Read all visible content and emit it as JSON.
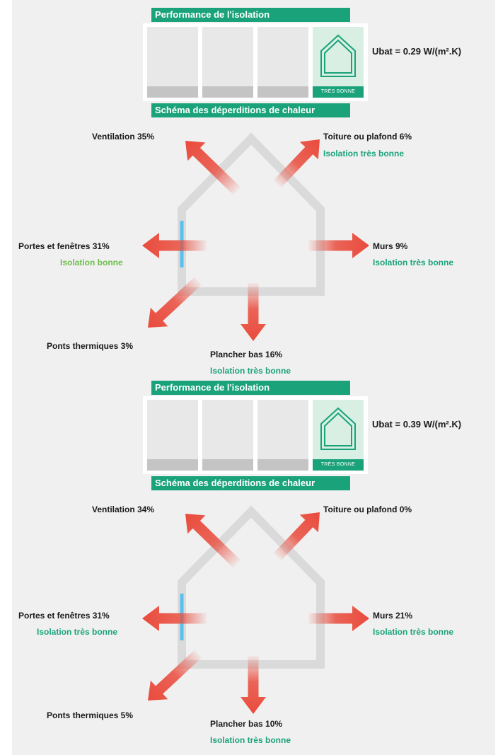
{
  "sections": [
    {
      "performance_title": "Performance de l'isolation",
      "rating_label": "TRÈS BONNE",
      "ubat": "Ubat = 0.29 W/(m².K)",
      "schema_title": "Schéma des déperditions de chaleur",
      "ventilation": "Ventilation 35%",
      "toiture": "Toiture ou  plafond 6%",
      "toiture_isolation": "Isolation très bonne",
      "portes": "Portes et fenêtres 31%",
      "portes_isolation": "Isolation bonne",
      "murs": "Murs 9%",
      "murs_isolation": "Isolation très bonne",
      "ponts": "Ponts thermiques 3%",
      "plancher": "Plancher bas 16%",
      "plancher_isolation": "Isolation très bonne"
    },
    {
      "performance_title": "Performance de l'isolation",
      "rating_label": "TRÈS BONNE",
      "ubat": "Ubat = 0.39 W/(m².K)",
      "schema_title": "Schéma des déperditions de chaleur",
      "ventilation": "Ventilation 34%",
      "toiture": "Toiture ou  plafond 0%",
      "portes": "Portes et fenêtres 31%",
      "portes_isolation": "Isolation très bonne",
      "murs": "Murs 21%",
      "murs_isolation": "Isolation très bonne",
      "ponts": "Ponts thermiques 5%",
      "plancher": "Plancher bas 10%",
      "plancher_isolation": "Isolation très bonne"
    }
  ],
  "colors": {
    "green": "#1aa37a",
    "light_green": "#6dbf4b",
    "arrow_red": "#e94b3c",
    "window_blue": "#5bc0eb"
  }
}
